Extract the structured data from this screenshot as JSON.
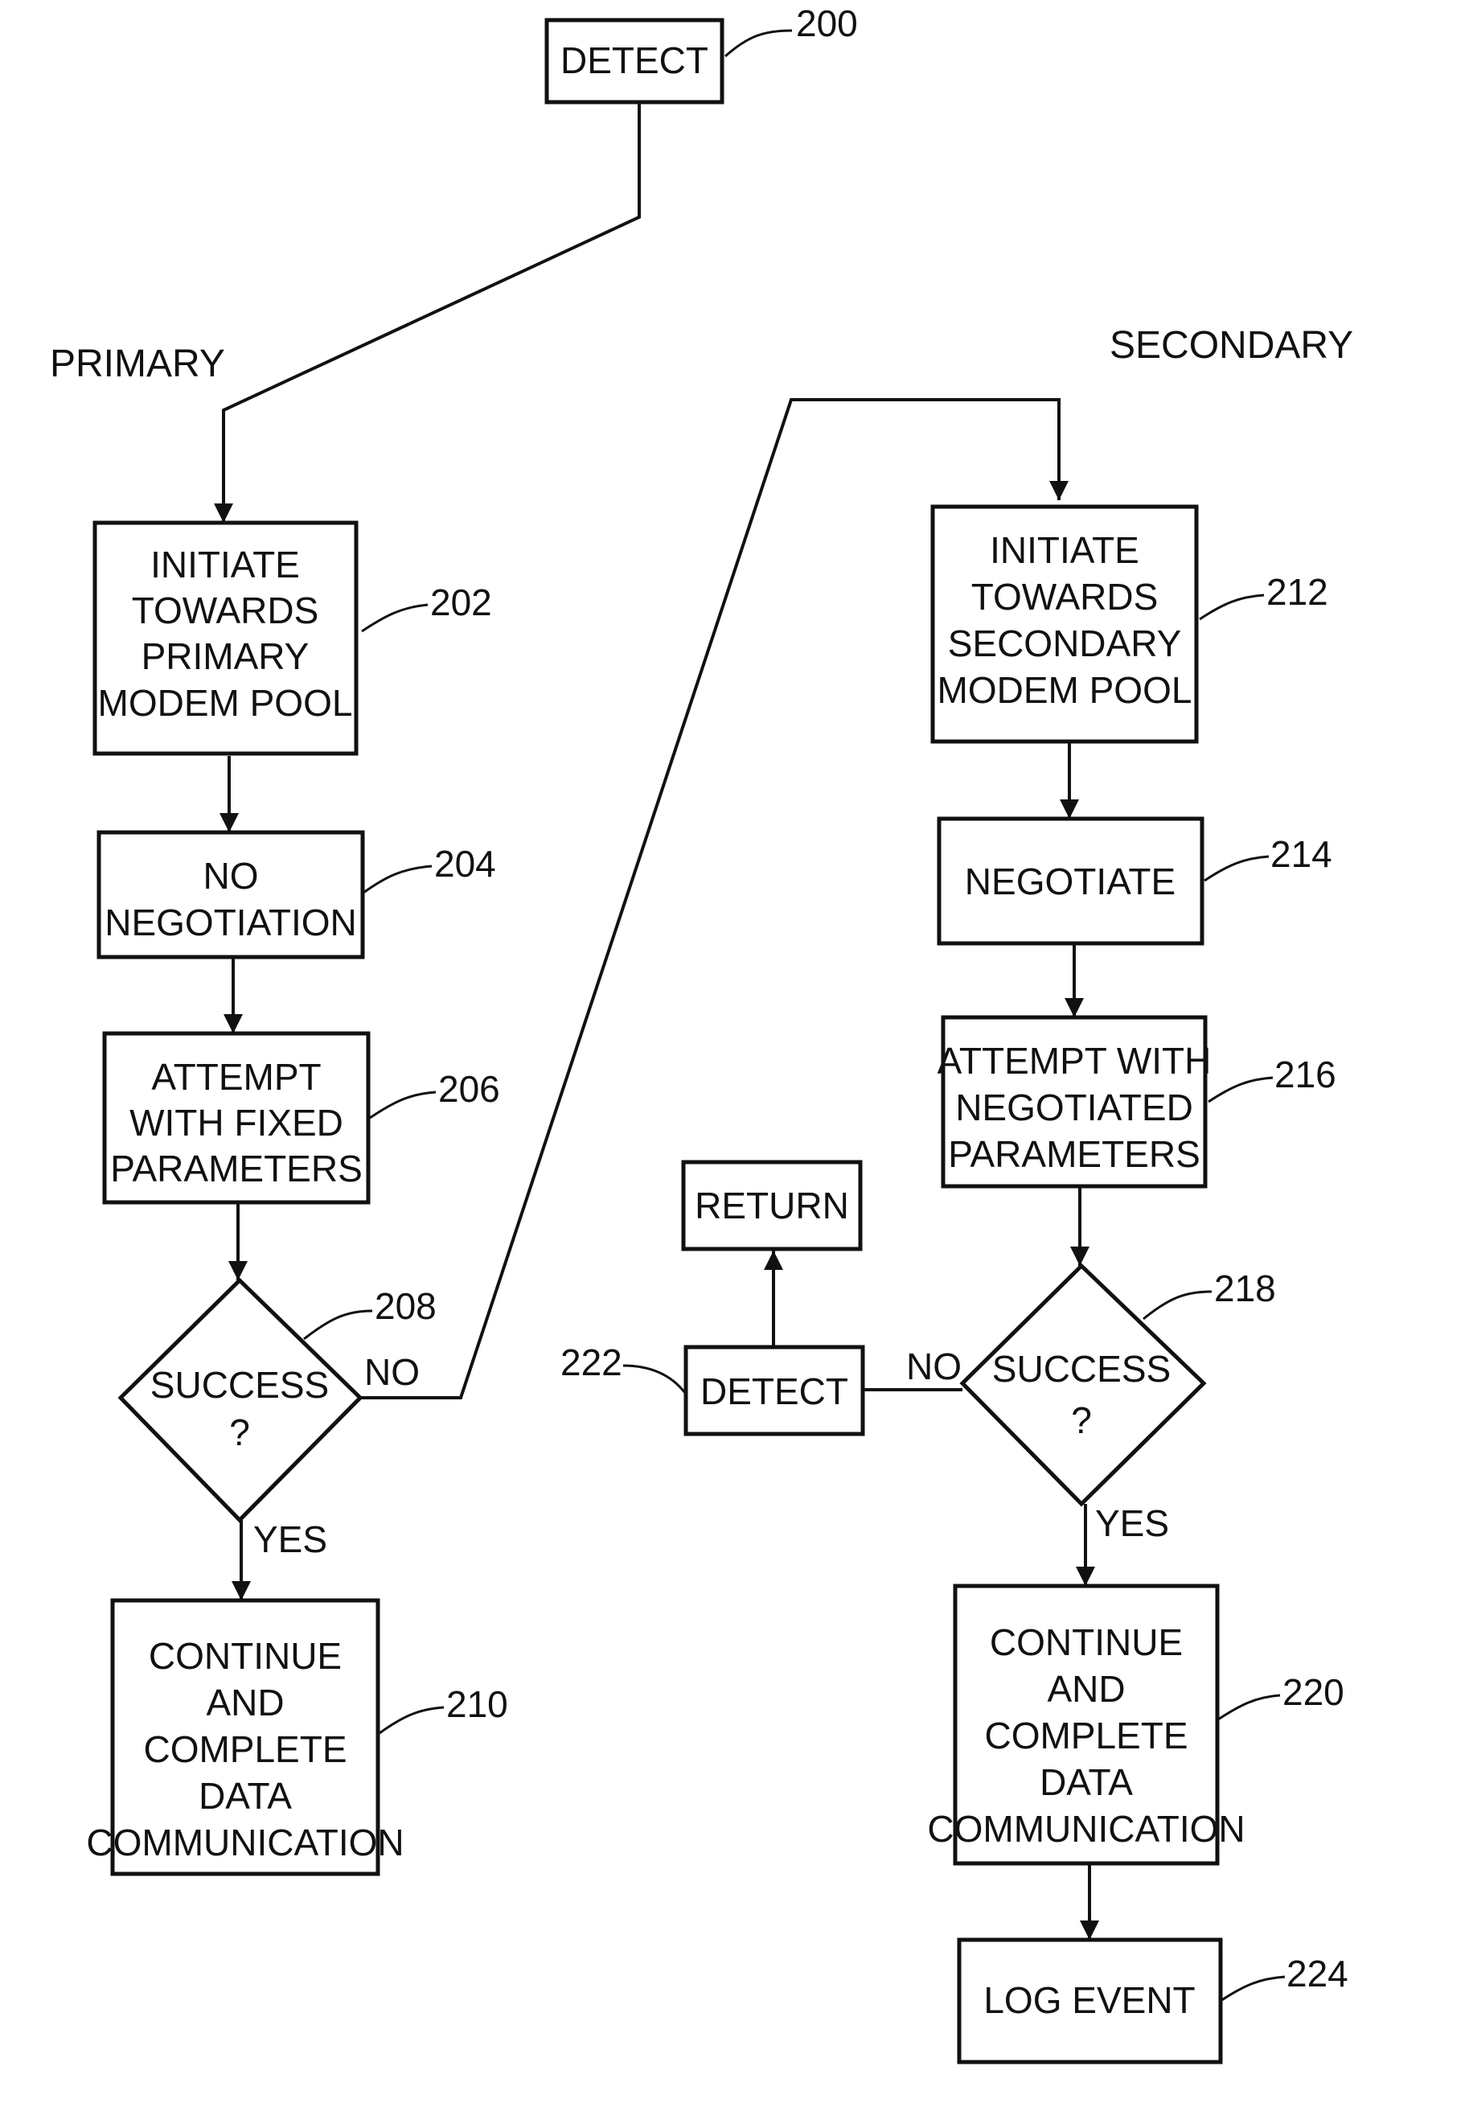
{
  "lanes": {
    "primary": "PRIMARY",
    "secondary": "SECONDARY"
  },
  "nodes": {
    "detect_top": {
      "ref": "200",
      "lines": [
        "DETECT"
      ]
    },
    "initiate_primary": {
      "ref": "202",
      "lines": [
        "INITIATE",
        "TOWARDS",
        "PRIMARY",
        "MODEM  POOL"
      ]
    },
    "no_negotiation": {
      "ref": "204",
      "lines": [
        "NO",
        "NEGOTIATION"
      ]
    },
    "attempt_fixed": {
      "ref": "206",
      "lines": [
        "ATTEMPT",
        "WITH  FIXED",
        "PARAMETERS"
      ]
    },
    "success_primary": {
      "ref": "208",
      "lines": [
        "SUCCESS",
        "?"
      ]
    },
    "continue_primary": {
      "ref": "210",
      "lines": [
        "CONTINUE",
        "AND",
        "COMPLETE",
        "DATA",
        "COMMUNICATION"
      ]
    },
    "initiate_secondary": {
      "ref": "212",
      "lines": [
        "INITIATE",
        "TOWARDS",
        "SECONDARY",
        "MODEM  POOL"
      ]
    },
    "negotiate": {
      "ref": "214",
      "lines": [
        "NEGOTIATE"
      ]
    },
    "attempt_negotiated": {
      "ref": "216",
      "lines": [
        "ATTEMPT  WITH",
        "NEGOTIATED",
        "PARAMETERS"
      ]
    },
    "success_secondary": {
      "ref": "218",
      "lines": [
        "SUCCESS",
        "?"
      ]
    },
    "continue_secondary": {
      "ref": "220",
      "lines": [
        "CONTINUE",
        "AND",
        "COMPLETE",
        "DATA",
        "COMMUNICATION"
      ]
    },
    "detect_secondary": {
      "ref": "222",
      "lines": [
        "DETECT"
      ]
    },
    "return": {
      "lines": [
        "RETURN"
      ]
    },
    "log_event": {
      "ref": "224",
      "lines": [
        "LOG  EVENT"
      ]
    }
  },
  "branch_labels": {
    "primary_no": "NO",
    "primary_yes": "YES",
    "secondary_no": "NO",
    "secondary_yes": "YES"
  }
}
